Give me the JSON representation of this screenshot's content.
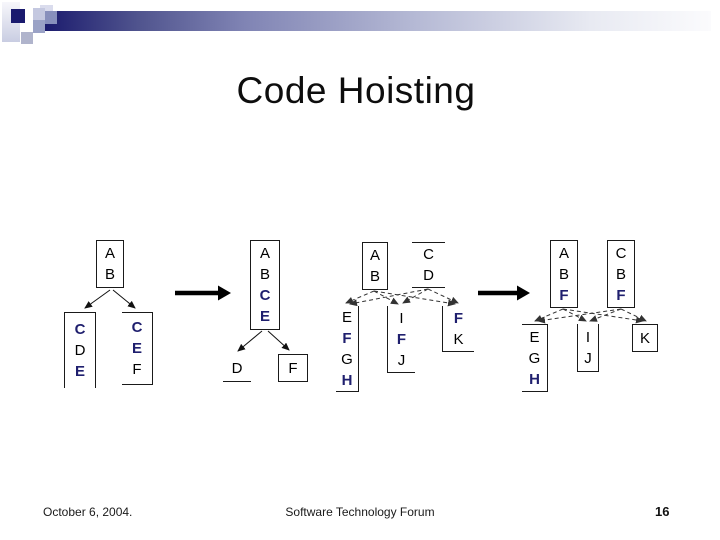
{
  "title": "Code Hoisting",
  "footer": {
    "date": "October 6, 2004.",
    "center": "Software Technology Forum",
    "page_number": "16"
  },
  "colors": {
    "emphasis_navy": "#1f1f6e",
    "text_black": "#000000",
    "header_bar_dark": "#1c1c6e",
    "header_bar_light": "#fbfbfd"
  },
  "diagram": {
    "step1": {
      "top": {
        "letters": [
          "A",
          "B"
        ],
        "emphasis": [
          0,
          0
        ]
      },
      "bottom_left": {
        "letters": [
          "C",
          "D",
          "E"
        ],
        "emphasis": [
          1,
          0,
          1
        ]
      },
      "bottom_right": {
        "letters": [
          "C",
          "E",
          "F"
        ],
        "emphasis": [
          1,
          1,
          0
        ]
      }
    },
    "step2": {
      "top": {
        "letters": [
          "A",
          "B",
          "C",
          "E"
        ],
        "emphasis": [
          0,
          0,
          1,
          1
        ]
      },
      "bottom_left": {
        "letters": [
          "D"
        ],
        "emphasis": [
          0
        ]
      },
      "bottom_right": {
        "letters": [
          "F"
        ],
        "emphasis": [
          0
        ]
      }
    },
    "step3": {
      "top_left": {
        "letters": [
          "A",
          "B"
        ],
        "emphasis": [
          0,
          0
        ]
      },
      "top_right": {
        "letters": [
          "C",
          "D"
        ],
        "emphasis": [
          0,
          0
        ]
      },
      "bottom_left": {
        "letters": [
          "E",
          "F",
          "G",
          "H"
        ],
        "emphasis": [
          0,
          1,
          0,
          1
        ]
      },
      "bottom_middle": {
        "letters": [
          "I",
          "F",
          "J"
        ],
        "emphasis": [
          0,
          1,
          0
        ]
      },
      "bottom_right": {
        "letters": [
          "F",
          "K"
        ],
        "emphasis": [
          1,
          0
        ]
      }
    },
    "step4": {
      "top_left": {
        "letters": [
          "A",
          "B",
          "F"
        ],
        "emphasis": [
          0,
          0,
          1
        ]
      },
      "top_right": {
        "letters": [
          "C",
          "B",
          "F"
        ],
        "emphasis": [
          0,
          0,
          1
        ]
      },
      "bottom_left": {
        "letters": [
          "E",
          "G",
          "H"
        ],
        "emphasis": [
          0,
          0,
          1
        ]
      },
      "bottom_middle": {
        "letters": [
          "I",
          "J"
        ],
        "emphasis": [
          0,
          0
        ]
      },
      "bottom_right": {
        "letters": [
          "K"
        ],
        "emphasis": [
          0
        ]
      }
    }
  }
}
